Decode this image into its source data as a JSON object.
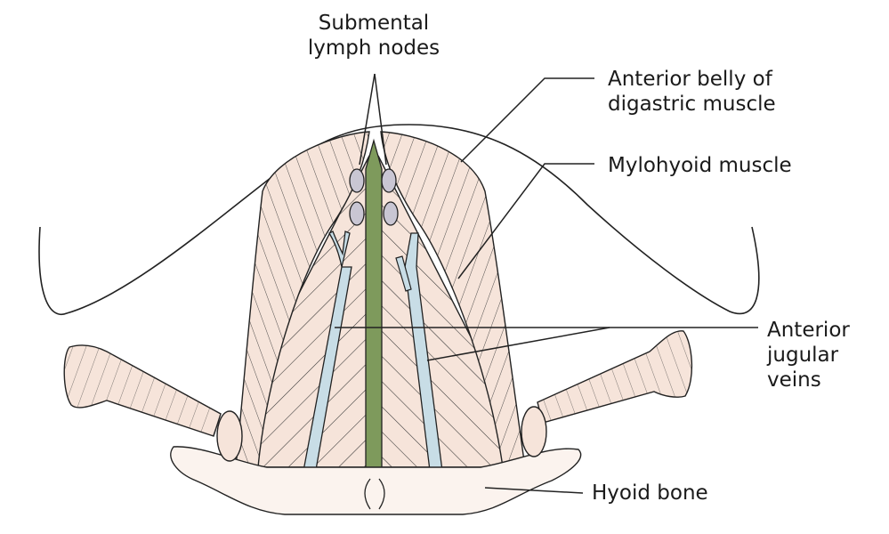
{
  "labels": {
    "submental_line1": "Submental",
    "submental_line2": "lymph nodes",
    "digastric_line1": "Anterior belly of",
    "digastric_line2": "digastric muscle",
    "mylohyoid": "Mylohyoid muscle",
    "jugular_line1": "Anterior",
    "jugular_line2": "jugular",
    "jugular_line3": "veins",
    "hyoid": "Hyoid bone"
  },
  "colors": {
    "muscle_fill": "#f6e4da",
    "muscle_stripe": "#333333",
    "vein_fill": "#c8dde6",
    "raphe_fill": "#7e9a5c",
    "node_fill": "#c9c6d3",
    "bone_fill": "#fbf3ee",
    "outline": "#222222"
  }
}
